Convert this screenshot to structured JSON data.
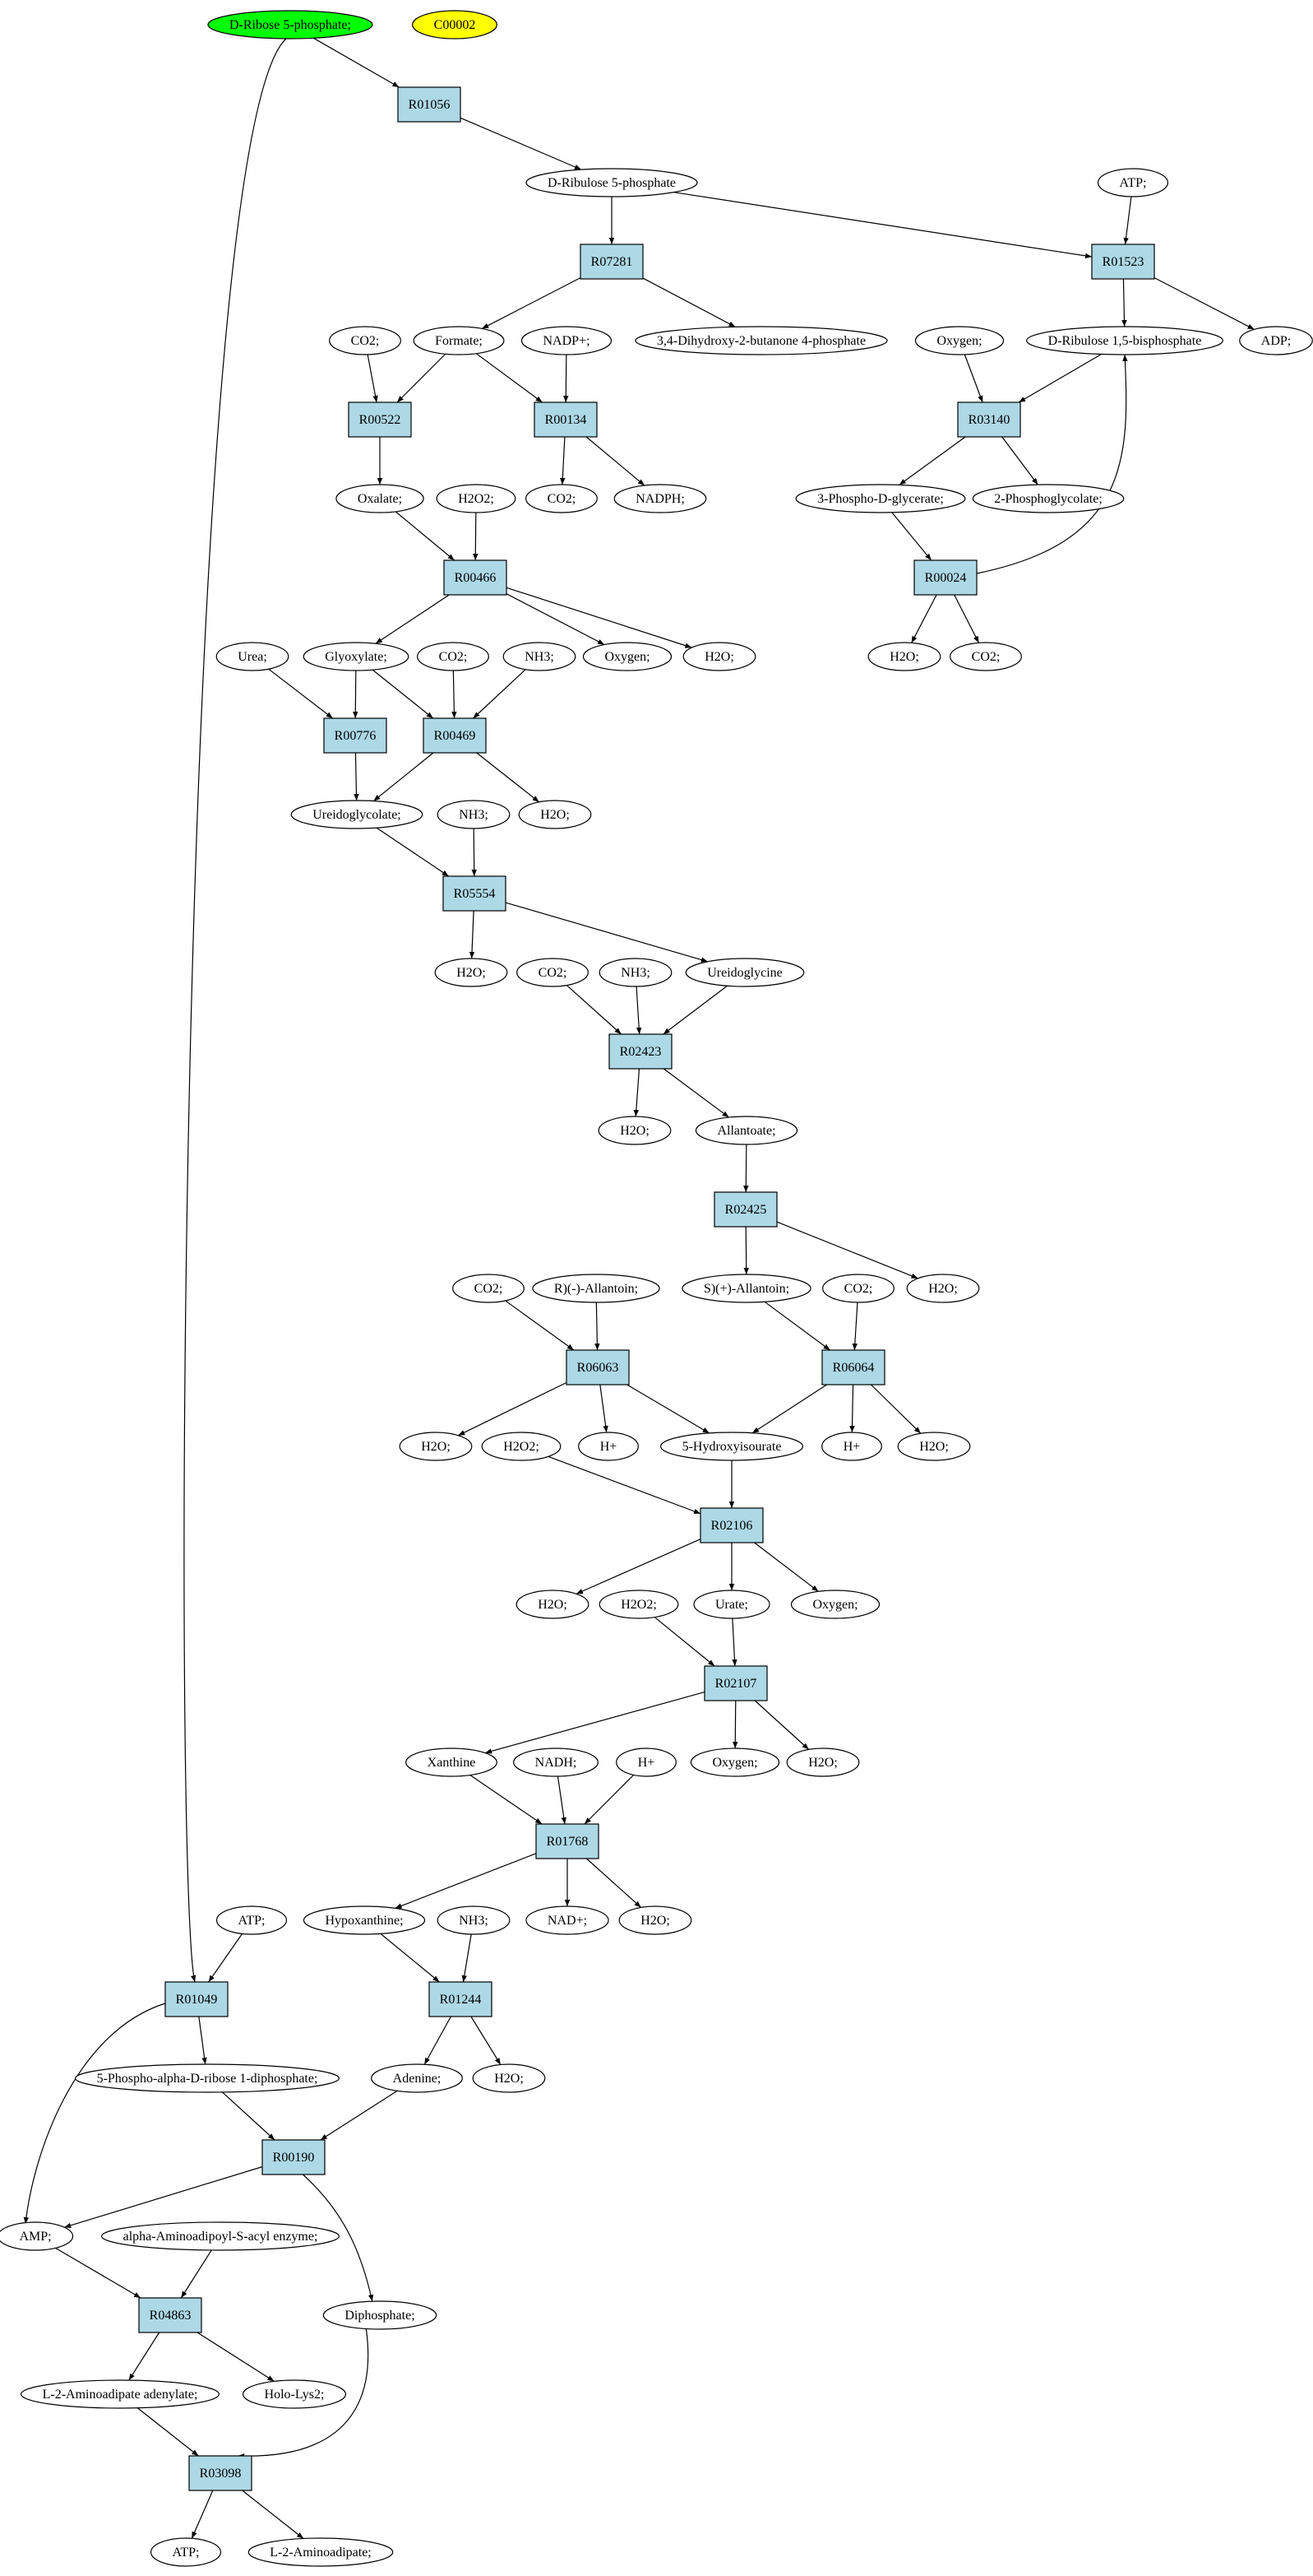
{
  "colors": {
    "reaction_fill": "#add8e6",
    "start_fill": "#00ff00",
    "target_fill": "#ffff00",
    "compound_fill": "#ffffff",
    "stroke": "#000000"
  },
  "nodes": [
    {
      "id": "start",
      "label": "D-Ribose 5-phosphate;",
      "kind": "start"
    },
    {
      "id": "c00002",
      "label": "C00002",
      "kind": "target"
    },
    {
      "id": "r01056",
      "label": "R01056",
      "kind": "reaction"
    },
    {
      "id": "ribulose5p",
      "label": "D-Ribulose 5-phosphate",
      "kind": "compound"
    },
    {
      "id": "atp1",
      "label": "ATP;",
      "kind": "compound"
    },
    {
      "id": "r07281",
      "label": "R07281",
      "kind": "reaction"
    },
    {
      "id": "r01523",
      "label": "R01523",
      "kind": "reaction"
    },
    {
      "id": "co2_1",
      "label": "CO2;",
      "kind": "compound"
    },
    {
      "id": "formate",
      "label": "Formate;",
      "kind": "compound"
    },
    {
      "id": "nadp",
      "label": "NADP+;",
      "kind": "compound"
    },
    {
      "id": "dhbp",
      "label": "3,4-Dihydroxy-2-butanone 4-phosphate",
      "kind": "compound"
    },
    {
      "id": "oxygen1",
      "label": "Oxygen;",
      "kind": "compound"
    },
    {
      "id": "rubp",
      "label": "D-Ribulose 1,5-bisphosphate",
      "kind": "compound"
    },
    {
      "id": "adp",
      "label": "ADP;",
      "kind": "compound"
    },
    {
      "id": "r00522",
      "label": "R00522",
      "kind": "reaction"
    },
    {
      "id": "r00134",
      "label": "R00134",
      "kind": "reaction"
    },
    {
      "id": "r03140",
      "label": "R03140",
      "kind": "reaction"
    },
    {
      "id": "oxalate",
      "label": "Oxalate;",
      "kind": "compound"
    },
    {
      "id": "h2o2_1",
      "label": "H2O2;",
      "kind": "compound"
    },
    {
      "id": "co2_2",
      "label": "CO2;",
      "kind": "compound"
    },
    {
      "id": "nadph",
      "label": "NADPH;",
      "kind": "compound"
    },
    {
      "id": "pga",
      "label": "3-Phospho-D-glycerate;",
      "kind": "compound"
    },
    {
      "id": "pgly",
      "label": "2-Phosphoglycolate;",
      "kind": "compound"
    },
    {
      "id": "r00466",
      "label": "R00466",
      "kind": "reaction"
    },
    {
      "id": "r00024",
      "label": "R00024",
      "kind": "reaction"
    },
    {
      "id": "urea",
      "label": "Urea;",
      "kind": "compound"
    },
    {
      "id": "glyoxylate",
      "label": "Glyoxylate;",
      "kind": "compound"
    },
    {
      "id": "co2_3",
      "label": "CO2;",
      "kind": "compound"
    },
    {
      "id": "nh3_1",
      "label": "NH3;",
      "kind": "compound"
    },
    {
      "id": "oxygen2",
      "label": "Oxygen;",
      "kind": "compound"
    },
    {
      "id": "h2o_1",
      "label": "H2O;",
      "kind": "compound"
    },
    {
      "id": "h2o_2",
      "label": "H2O;",
      "kind": "compound"
    },
    {
      "id": "co2_4",
      "label": "CO2;",
      "kind": "compound"
    },
    {
      "id": "r00776",
      "label": "R00776",
      "kind": "reaction"
    },
    {
      "id": "r00469",
      "label": "R00469",
      "kind": "reaction"
    },
    {
      "id": "ureidoglycolate",
      "label": "Ureidoglycolate;",
      "kind": "compound"
    },
    {
      "id": "nh3_2",
      "label": "NH3;",
      "kind": "compound"
    },
    {
      "id": "h2o_3",
      "label": "H2O;",
      "kind": "compound"
    },
    {
      "id": "r05554",
      "label": "R05554",
      "kind": "reaction"
    },
    {
      "id": "h2o_4",
      "label": "H2O;",
      "kind": "compound"
    },
    {
      "id": "co2_5",
      "label": "CO2;",
      "kind": "compound"
    },
    {
      "id": "nh3_3",
      "label": "NH3;",
      "kind": "compound"
    },
    {
      "id": "ureidoglycine",
      "label": "Ureidoglycine",
      "kind": "compound"
    },
    {
      "id": "r02423",
      "label": "R02423",
      "kind": "reaction"
    },
    {
      "id": "h2o_5",
      "label": "H2O;",
      "kind": "compound"
    },
    {
      "id": "allantoate",
      "label": "Allantoate;",
      "kind": "compound"
    },
    {
      "id": "r02425",
      "label": "R02425",
      "kind": "reaction"
    },
    {
      "id": "co2_6",
      "label": "CO2;",
      "kind": "compound"
    },
    {
      "id": "rallantoin",
      "label": "R)(-)-Allantoin;",
      "kind": "compound"
    },
    {
      "id": "sallantoin",
      "label": "S)(+)-Allantoin;",
      "kind": "compound"
    },
    {
      "id": "co2_7",
      "label": "CO2;",
      "kind": "compound"
    },
    {
      "id": "h2o_6",
      "label": "H2O;",
      "kind": "compound"
    },
    {
      "id": "r06063",
      "label": "R06063",
      "kind": "reaction"
    },
    {
      "id": "r06064",
      "label": "R06064",
      "kind": "reaction"
    },
    {
      "id": "h2o_7",
      "label": "H2O;",
      "kind": "compound"
    },
    {
      "id": "h2o2_2",
      "label": "H2O2;",
      "kind": "compound"
    },
    {
      "id": "hplus_1",
      "label": "H+",
      "kind": "compound"
    },
    {
      "id": "hiu",
      "label": "5-Hydroxyisourate",
      "kind": "compound"
    },
    {
      "id": "hplus_2",
      "label": "H+",
      "kind": "compound"
    },
    {
      "id": "h2o_8",
      "label": "H2O;",
      "kind": "compound"
    },
    {
      "id": "r02106",
      "label": "R02106",
      "kind": "reaction"
    },
    {
      "id": "h2o_9",
      "label": "H2O;",
      "kind": "compound"
    },
    {
      "id": "h2o2_3",
      "label": "H2O2;",
      "kind": "compound"
    },
    {
      "id": "urate",
      "label": "Urate;",
      "kind": "compound"
    },
    {
      "id": "oxygen3",
      "label": "Oxygen;",
      "kind": "compound"
    },
    {
      "id": "r02107",
      "label": "R02107",
      "kind": "reaction"
    },
    {
      "id": "xanthine",
      "label": "Xanthine",
      "kind": "compound"
    },
    {
      "id": "nadh",
      "label": "NADH;",
      "kind": "compound"
    },
    {
      "id": "hplus_3",
      "label": "H+",
      "kind": "compound"
    },
    {
      "id": "oxygen4",
      "label": "Oxygen;",
      "kind": "compound"
    },
    {
      "id": "h2o_10",
      "label": "H2O;",
      "kind": "compound"
    },
    {
      "id": "r01768",
      "label": "R01768",
      "kind": "reaction"
    },
    {
      "id": "atp2",
      "label": "ATP;",
      "kind": "compound"
    },
    {
      "id": "hypoxanthine",
      "label": "Hypoxanthine;",
      "kind": "compound"
    },
    {
      "id": "nh3_4",
      "label": "NH3;",
      "kind": "compound"
    },
    {
      "id": "nad",
      "label": "NAD+;",
      "kind": "compound"
    },
    {
      "id": "h2o_11",
      "label": "H2O;",
      "kind": "compound"
    },
    {
      "id": "r01049",
      "label": "R01049",
      "kind": "reaction"
    },
    {
      "id": "r01244",
      "label": "R01244",
      "kind": "reaction"
    },
    {
      "id": "prpp",
      "label": "5-Phospho-alpha-D-ribose 1-diphosphate;",
      "kind": "compound"
    },
    {
      "id": "adenine",
      "label": "Adenine;",
      "kind": "compound"
    },
    {
      "id": "h2o_12",
      "label": "H2O;",
      "kind": "compound"
    },
    {
      "id": "r00190",
      "label": "R00190",
      "kind": "reaction"
    },
    {
      "id": "amp",
      "label": "AMP;",
      "kind": "compound"
    },
    {
      "id": "aasacyl",
      "label": "alpha-Aminoadipoyl-S-acyl enzyme;",
      "kind": "compound"
    },
    {
      "id": "r04863",
      "label": "R04863",
      "kind": "reaction"
    },
    {
      "id": "diphosphate",
      "label": "Diphosphate;",
      "kind": "compound"
    },
    {
      "id": "l2aaad",
      "label": "L-2-Aminoadipate adenylate;",
      "kind": "compound"
    },
    {
      "id": "holo",
      "label": "Holo-Lys2;",
      "kind": "compound"
    },
    {
      "id": "r03098",
      "label": "R03098",
      "kind": "reaction"
    },
    {
      "id": "atp3",
      "label": "ATP;",
      "kind": "compound"
    },
    {
      "id": "l2aa",
      "label": "L-2-Aminoadipate;",
      "kind": "compound"
    }
  ],
  "edges": [
    [
      "start",
      "r01056"
    ],
    [
      "start",
      "r01049"
    ],
    [
      "r01056",
      "ribulose5p"
    ],
    [
      "ribulose5p",
      "r07281"
    ],
    [
      "ribulose5p",
      "r01523"
    ],
    [
      "atp1",
      "r01523"
    ],
    [
      "r01523",
      "rubp"
    ],
    [
      "r01523",
      "adp"
    ],
    [
      "r07281",
      "formate"
    ],
    [
      "r07281",
      "dhbp"
    ],
    [
      "co2_1",
      "r00522"
    ],
    [
      "formate",
      "r00522"
    ],
    [
      "formate",
      "r00134"
    ],
    [
      "nadp",
      "r00134"
    ],
    [
      "r00134",
      "co2_2"
    ],
    [
      "r00134",
      "nadph"
    ],
    [
      "oxygen1",
      "r03140"
    ],
    [
      "rubp",
      "r03140"
    ],
    [
      "r03140",
      "pga"
    ],
    [
      "r03140",
      "pgly"
    ],
    [
      "pga",
      "r00024"
    ],
    [
      "r00024",
      "rubp"
    ],
    [
      "r00024",
      "h2o_2"
    ],
    [
      "r00024",
      "co2_4"
    ],
    [
      "r00522",
      "oxalate"
    ],
    [
      "oxalate",
      "r00466"
    ],
    [
      "h2o2_1",
      "r00466"
    ],
    [
      "r00466",
      "glyoxylate"
    ],
    [
      "r00466",
      "oxygen2"
    ],
    [
      "r00466",
      "h2o_1"
    ],
    [
      "urea",
      "r00776"
    ],
    [
      "glyoxylate",
      "r00776"
    ],
    [
      "glyoxylate",
      "r00469"
    ],
    [
      "co2_3",
      "r00469"
    ],
    [
      "nh3_1",
      "r00469"
    ],
    [
      "r00776",
      "ureidoglycolate"
    ],
    [
      "r00469",
      "ureidoglycolate"
    ],
    [
      "r00469",
      "h2o_3"
    ],
    [
      "ureidoglycolate",
      "r05554"
    ],
    [
      "nh3_2",
      "r05554"
    ],
    [
      "r05554",
      "h2o_4"
    ],
    [
      "r05554",
      "ureidoglycine"
    ],
    [
      "co2_5",
      "r02423"
    ],
    [
      "nh3_3",
      "r02423"
    ],
    [
      "ureidoglycine",
      "r02423"
    ],
    [
      "r02423",
      "h2o_5"
    ],
    [
      "r02423",
      "allantoate"
    ],
    [
      "allantoate",
      "r02425"
    ],
    [
      "r02425",
      "sallantoin"
    ],
    [
      "r02425",
      "h2o_6"
    ],
    [
      "co2_6",
      "r06063"
    ],
    [
      "rallantoin",
      "r06063"
    ],
    [
      "sallantoin",
      "r06064"
    ],
    [
      "co2_7",
      "r06064"
    ],
    [
      "r06063",
      "h2o_7"
    ],
    [
      "r06063",
      "hplus_1"
    ],
    [
      "r06063",
      "hiu"
    ],
    [
      "r06064",
      "hiu"
    ],
    [
      "r06064",
      "hplus_2"
    ],
    [
      "r06064",
      "h2o_8"
    ],
    [
      "h2o2_2",
      "r02106"
    ],
    [
      "hiu",
      "r02106"
    ],
    [
      "r02106",
      "h2o_9"
    ],
    [
      "r02106",
      "urate"
    ],
    [
      "r02106",
      "oxygen3"
    ],
    [
      "h2o2_3",
      "r02107"
    ],
    [
      "urate",
      "r02107"
    ],
    [
      "r02107",
      "xanthine"
    ],
    [
      "r02107",
      "oxygen4"
    ],
    [
      "r02107",
      "h2o_10"
    ],
    [
      "xanthine",
      "r01768"
    ],
    [
      "nadh",
      "r01768"
    ],
    [
      "hplus_3",
      "r01768"
    ],
    [
      "r01768",
      "hypoxanthine"
    ],
    [
      "r01768",
      "nad"
    ],
    [
      "r01768",
      "h2o_11"
    ],
    [
      "hypoxanthine",
      "r01244"
    ],
    [
      "nh3_4",
      "r01244"
    ],
    [
      "r01244",
      "adenine"
    ],
    [
      "r01244",
      "h2o_12"
    ],
    [
      "atp2",
      "r01049"
    ],
    [
      "r01049",
      "prpp"
    ],
    [
      "r01049",
      "amp"
    ],
    [
      "prpp",
      "r00190"
    ],
    [
      "adenine",
      "r00190"
    ],
    [
      "r00190",
      "amp"
    ],
    [
      "r00190",
      "diphosphate"
    ],
    [
      "amp",
      "r04863"
    ],
    [
      "aasacyl",
      "r04863"
    ],
    [
      "r04863",
      "l2aaad"
    ],
    [
      "r04863",
      "holo"
    ],
    [
      "l2aaad",
      "r03098"
    ],
    [
      "diphosphate",
      "r03098"
    ],
    [
      "r03098",
      "atp3"
    ],
    [
      "r03098",
      "l2aa"
    ]
  ]
}
